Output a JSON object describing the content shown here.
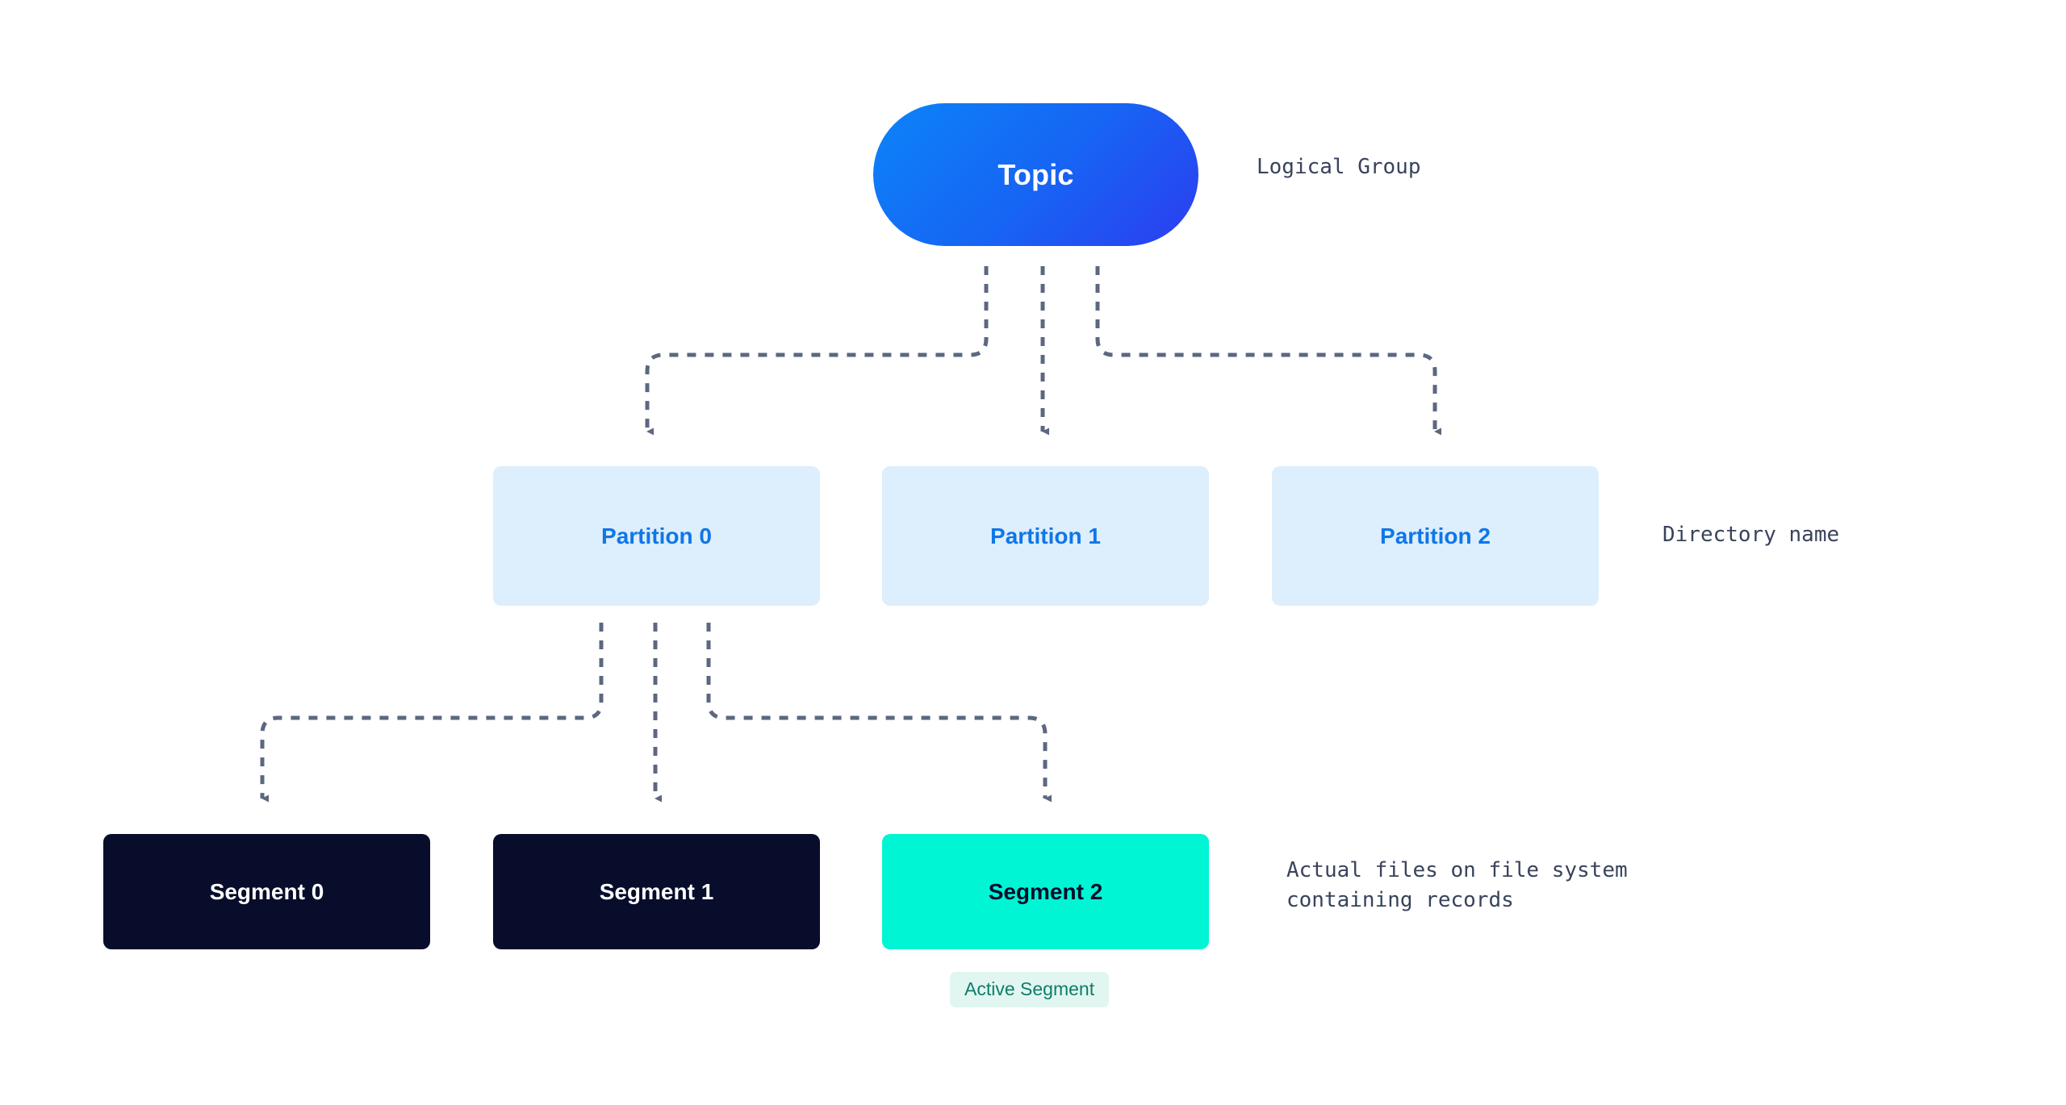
{
  "diagram": {
    "title": "Kafka topic to partitions to segments hierarchy",
    "colors": {
      "topic_gradient_start": "#0b84f8",
      "topic_gradient_end": "#2c3df0",
      "partition_fill": "#ddeefc",
      "partition_text": "#0f76e8",
      "segment_fill": "#070d2b",
      "segment_text": "#ffffff",
      "active_segment_fill": "#00f5d4",
      "active_segment_text": "#070d2b",
      "badge_fill": "#e1f6f0",
      "badge_text": "#0e7d6a",
      "connector": "#5c6780",
      "annotation_text": "#39435c",
      "background": "#ffffff"
    },
    "topic": {
      "label": "Topic",
      "annotation": "Logical Group"
    },
    "partitions": {
      "annotation": "Directory name",
      "items": [
        {
          "label": "Partition 0"
        },
        {
          "label": "Partition 1"
        },
        {
          "label": "Partition 2"
        }
      ]
    },
    "segments": {
      "annotation": "Actual files on file system\ncontaining records",
      "items": [
        {
          "label": "Segment 0",
          "active": false
        },
        {
          "label": "Segment 1",
          "active": false
        },
        {
          "label": "Segment 2",
          "active": true
        }
      ],
      "active_badge": "Active Segment"
    }
  }
}
